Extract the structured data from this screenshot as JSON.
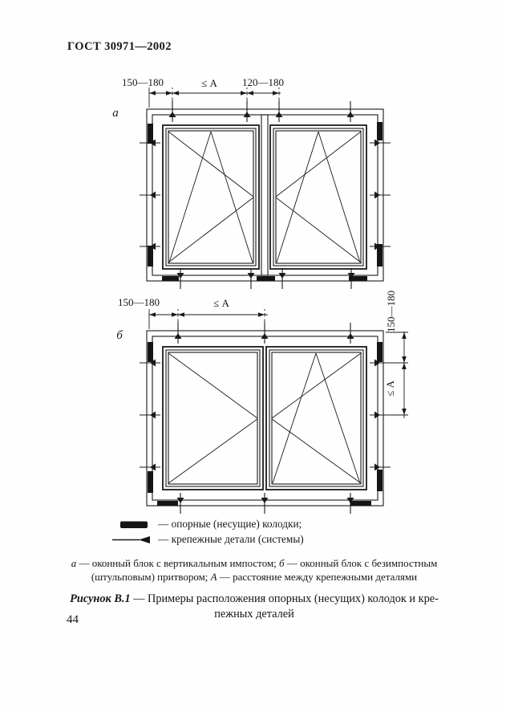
{
  "page": {
    "header": "ГОСТ 30971—2002",
    "page_number": "44"
  },
  "colors": {
    "ink": "#1a1a1a",
    "paper": "#fefefe"
  },
  "diagram_a": {
    "label": "а",
    "dim1": "150—180",
    "dim2": "≤ А",
    "dim3": "120—180"
  },
  "diagram_b": {
    "label": "б",
    "dim1": "150—180",
    "dim2": "≤ А",
    "side_dim1": "150—180",
    "side_dim2": "≤ А"
  },
  "legend": {
    "items": [
      {
        "icon": "support-block-icon",
        "label": "— опорные (несущие) колодки;"
      },
      {
        "icon": "fastener-arrow-icon",
        "label": "— крепежные детали (системы)"
      }
    ]
  },
  "notes": {
    "a_label": "а",
    "a_text": " — оконный блок с вертикальным импостом; ",
    "b_label": "б",
    "b_text": " — оконный блок с безимпостным",
    "b_text2": "(штульповым) притвором; ",
    "A_label": "А",
    "A_text": " — расстояние между крепежными деталями"
  },
  "figure": {
    "label": "Рисунок В.1",
    "text1": " — Примеры расположения опорных (несущих) колодок и кре-",
    "text2": "пежных деталей"
  }
}
